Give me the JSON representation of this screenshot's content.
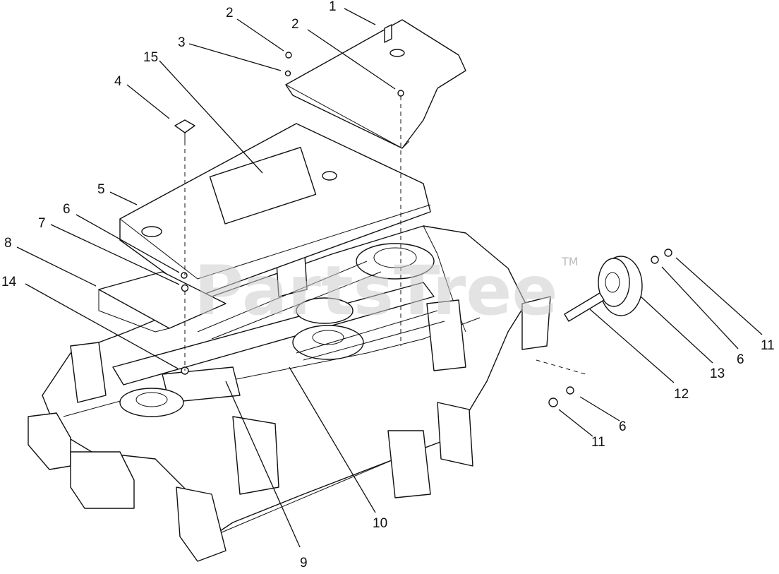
{
  "watermark": {
    "text": "PartsTree",
    "tm": "TM"
  },
  "callouts": {
    "c1": "1",
    "c2a": "2",
    "c2b": "2",
    "c3": "3",
    "c4": "4",
    "c5": "5",
    "c6a": "6",
    "c6b": "6",
    "c6c": "6",
    "c7": "7",
    "c8": "8",
    "c9": "9",
    "c10": "10",
    "c11a": "11",
    "c11b": "11",
    "c12": "12",
    "c13": "13",
    "c14": "14",
    "c15": "15"
  }
}
